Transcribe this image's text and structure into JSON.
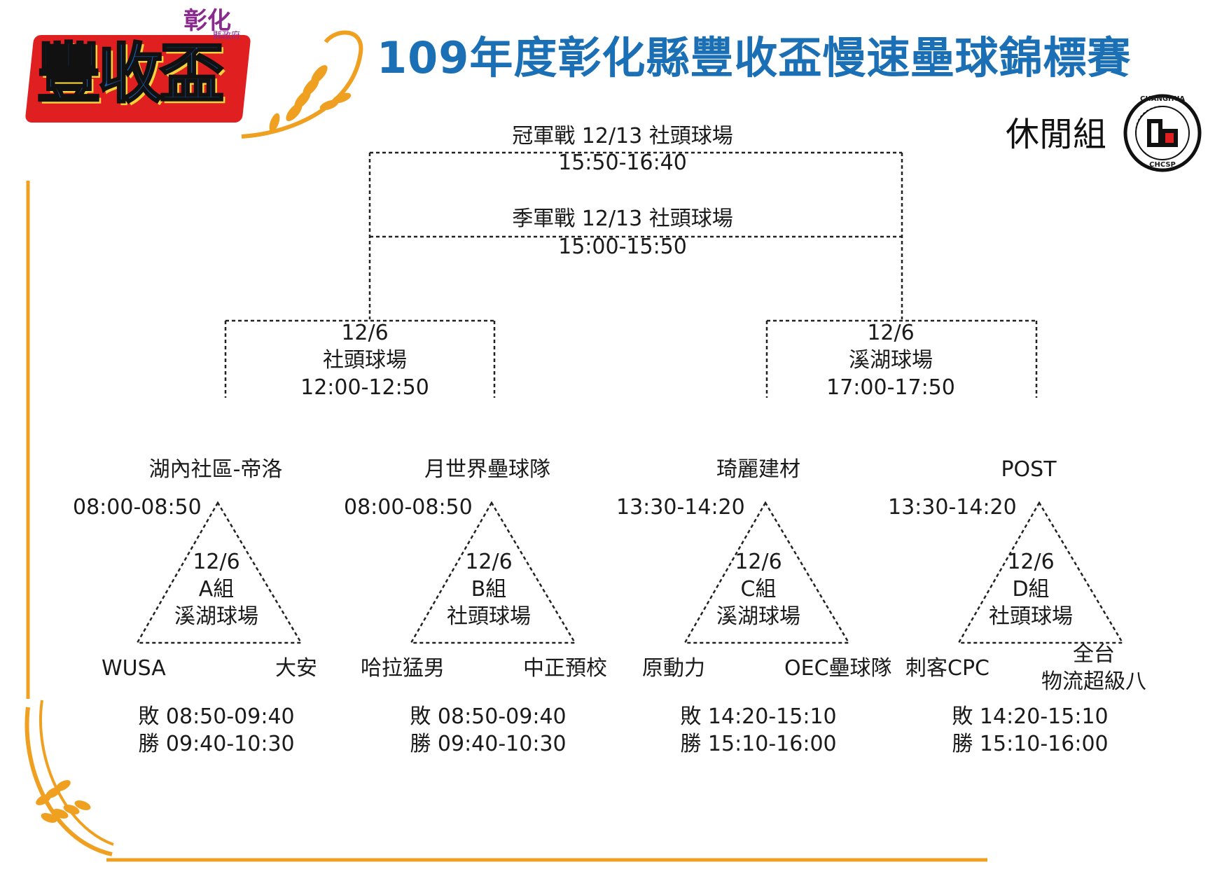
{
  "colors": {
    "brand": "#1a6fb5",
    "accent": "#f0a020",
    "logo_blue": "#1a5fb4",
    "logo_yellow": "#f7d23b",
    "logo_red": "#e02020",
    "logo_purple": "#8a2a8f"
  },
  "header": {
    "title": "109年度彰化縣豐收盃慢速壘球錦標賽",
    "group": "休閒組",
    "logo_text": "豐收盃",
    "logo_small_top": "彰化",
    "logo_small_bottom": "縣政府",
    "badge_top": "CHANGHUA",
    "badge_bottom": "CHCSP",
    "icons": [
      "wheat-icon",
      "baseball-icon",
      "softball-association-badge"
    ]
  },
  "final": {
    "championship": {
      "line1": "冠軍戰 12/13 社頭球場",
      "line2": "15:50-16:40"
    },
    "third_place": {
      "line1": "季軍戰 12/13 社頭球場",
      "line2": "15:00-15:50"
    }
  },
  "semis": [
    {
      "date": "12/6",
      "venue": "社頭球場",
      "time": "12:00-12:50"
    },
    {
      "date": "12/6",
      "venue": "溪湖球場",
      "time": "17:00-17:50"
    }
  ],
  "groups": [
    {
      "top_team": "湖內社區-帝洛",
      "first_time": "08:00-08:50",
      "date": "12/6",
      "name": "A組",
      "venue": "溪湖球場",
      "left_team": "WUSA",
      "right_team": "大安",
      "lose_time": "敗 08:50-09:40",
      "win_time": "勝 09:40-10:30"
    },
    {
      "top_team": "月世界壘球隊",
      "first_time": "08:00-08:50",
      "date": "12/6",
      "name": "B組",
      "venue": "社頭球場",
      "left_team": "哈拉猛男",
      "right_team": "中正預校",
      "lose_time": "敗 08:50-09:40",
      "win_time": "勝 09:40-10:30"
    },
    {
      "top_team": "琦麗建材",
      "first_time": "13:30-14:20",
      "date": "12/6",
      "name": "C組",
      "venue": "溪湖球場",
      "left_team": "原動力",
      "right_team": "OEC壘球隊",
      "lose_time": "敗 14:20-15:10",
      "win_time": "勝 15:10-16:00"
    },
    {
      "top_team": "POST",
      "first_time": "13:30-14:20",
      "date": "12/6",
      "name": "D組",
      "venue": "社頭球場",
      "left_team": "刺客CPC",
      "right_team_line1": "全台",
      "right_team_line2": "物流超級八",
      "lose_time": "敗 14:20-15:10",
      "win_time": "勝 15:10-16:00"
    }
  ]
}
